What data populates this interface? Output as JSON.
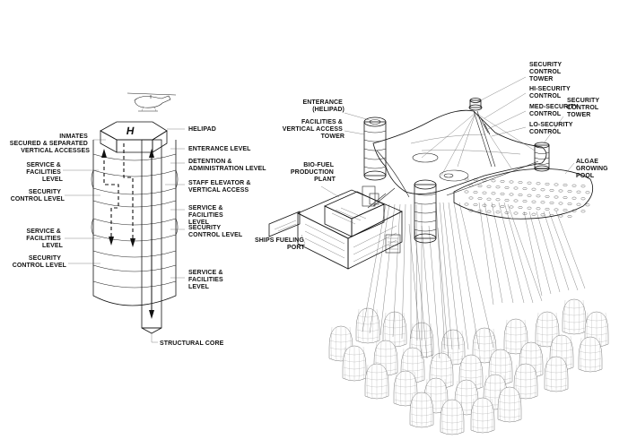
{
  "left_diagram": {
    "labels": {
      "inmates": [
        "INMATES",
        "SECURED & SEPARATED",
        "VERTICAL ACCESSES"
      ],
      "service_upper": [
        "SERVICE &",
        "FACILITIES",
        "LEVEL"
      ],
      "security_upper": [
        "SECURITY",
        "CONTROL LEVEL"
      ],
      "service_lower": [
        "SERVICE &",
        "FACILITIES",
        "LEVEL"
      ],
      "security_lower": [
        "SECURITY",
        "CONTROL LEVEL"
      ],
      "helipad": [
        "HELIPAD"
      ],
      "entrance_level": [
        "ENTERANCE LEVEL"
      ],
      "detention": [
        "DETENTION &",
        "ADMINISTRATION LEVEL"
      ],
      "staff_elevator": [
        "STAFF ELEVATOR &",
        "VERTICAL ACCESS"
      ],
      "service_right_1": [
        "SERVICE &",
        "FACILITIES",
        "LEVEL"
      ],
      "security_right": [
        "SECURITY",
        "CONTROL LEVEL"
      ],
      "service_right_2": [
        "SERVICE &",
        "FACILITIES",
        "LEVEL"
      ],
      "structural_core": [
        "STRUCTURAL CORE"
      ]
    },
    "helipad_mark": "H"
  },
  "right_diagram": {
    "labels": {
      "entrance_helipad": [
        "ENTERANCE",
        "(HELIPAD)"
      ],
      "facilities_tower": [
        "FACILITIES &",
        "VERTICAL ACCESS",
        "TOWER"
      ],
      "biofuel": [
        "BIO-FUEL",
        "PRODUCTION",
        "PLANT"
      ],
      "ships_fueling": [
        "SHIPS FUELING",
        "PORT"
      ],
      "security_tower_top": [
        "SECURITY",
        "CONTROL",
        "TOWER"
      ],
      "hi_security": [
        "HI-SECURITY",
        "CONTROL"
      ],
      "med_security": [
        "MED-SECURITY",
        "CONTROL"
      ],
      "lo_security": [
        "LO-SECURITY",
        "CONTROL"
      ],
      "security_tower_right": [
        "SECURITY",
        "CONTROL",
        "TOWER"
      ],
      "algae_pool": [
        "ALGAE",
        "GROWING",
        "POOL"
      ]
    }
  }
}
